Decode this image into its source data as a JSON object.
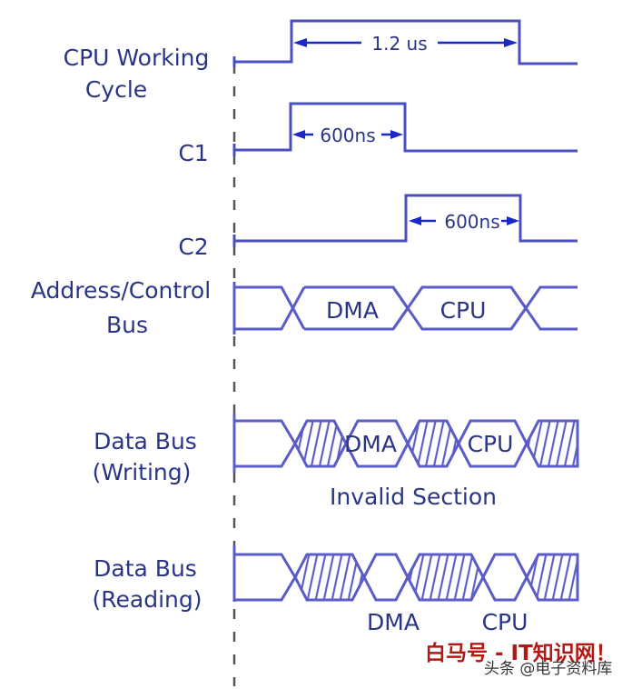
{
  "signals": {
    "cpu_cycle": {
      "label_line1": "CPU Working",
      "label_line2": "Cycle",
      "duration": "1.2 us"
    },
    "c1": {
      "label": "C1",
      "duration": "600ns"
    },
    "c2": {
      "label": "C2",
      "duration": "600ns"
    },
    "addr_bus": {
      "label_line1": "Address/Control",
      "label_line2": "Bus",
      "segments": [
        "DMA",
        "CPU"
      ]
    },
    "data_write": {
      "label_line1": "Data Bus",
      "label_line2": "(Writing)",
      "segments": [
        "DMA",
        "CPU"
      ],
      "note": "Invalid Section"
    },
    "data_read": {
      "label_line1": "Data Bus",
      "label_line2": "(Reading)",
      "segments": [
        "DMA",
        "CPU"
      ]
    }
  },
  "watermark": {
    "red": "白马号 - IT知识网！",
    "gray": "头条 @电子资料库"
  },
  "colors": {
    "wave": "#4a4fc0",
    "text": "#2a3585",
    "arrow": "#1a28c8",
    "watermark_red": "#b01a14"
  }
}
